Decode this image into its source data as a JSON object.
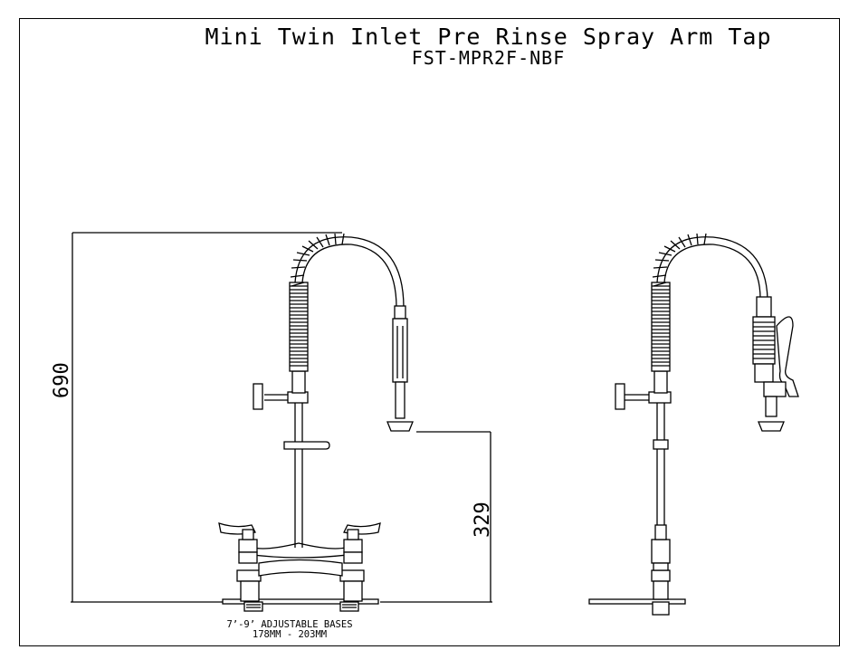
{
  "drawing": {
    "title": "Mini Twin Inlet Pre Rinse Spray Arm Tap",
    "model": "FST-MPR2F-NBF",
    "dim_height_total": "690",
    "dim_height_spray": "329",
    "base_note_line1": "7’-9’ ADJUSTABLE BASES",
    "base_note_line2": "178MM - 203MM"
  }
}
